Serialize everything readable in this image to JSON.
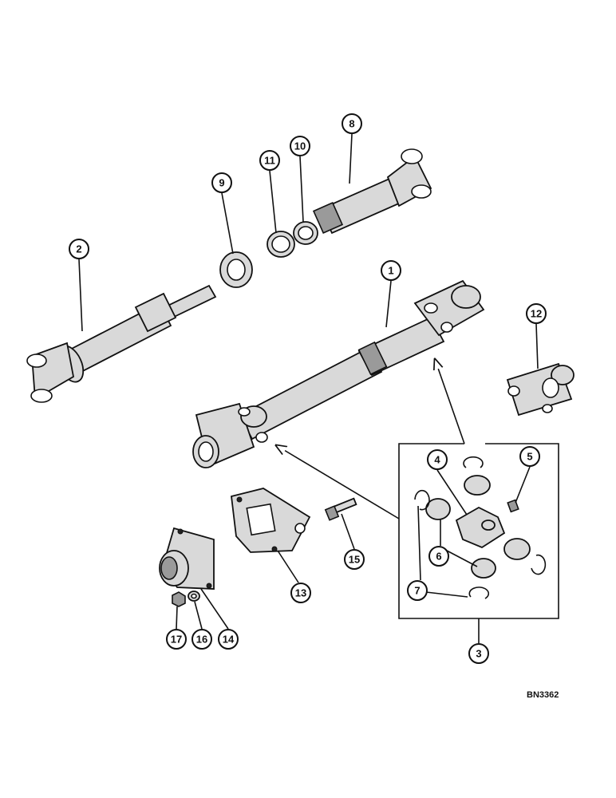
{
  "callouts": {
    "c1": "1",
    "c2": "2",
    "c3": "3",
    "c4": "4",
    "c5": "5",
    "c6": "6",
    "c7": "7",
    "c8": "8",
    "c9": "9",
    "c10": "10",
    "c11": "11",
    "c12": "12",
    "c13": "13",
    "c14": "14",
    "c15": "15",
    "c16": "16",
    "c17": "17"
  },
  "drawing_code": "BN3362"
}
